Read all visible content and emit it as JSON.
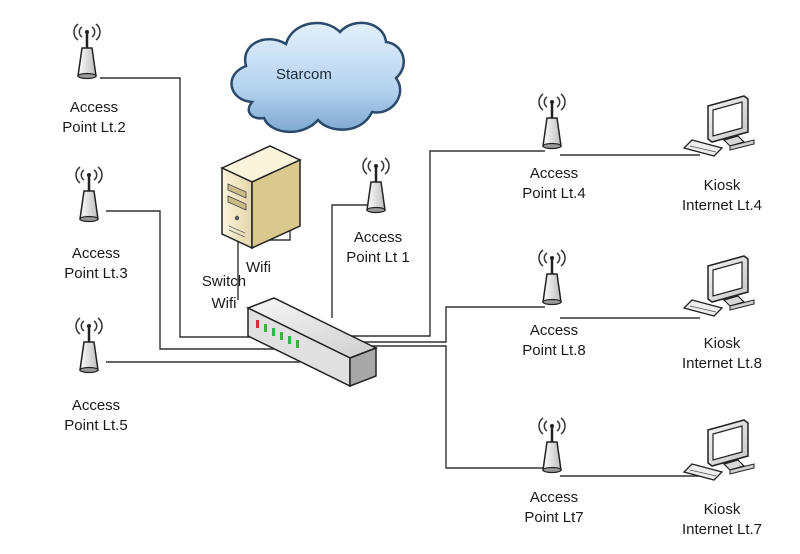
{
  "cloud": {
    "label": "Starcom"
  },
  "server": {
    "label": "Wifi"
  },
  "switch": {
    "line1": "Switch",
    "line2": "Wifi"
  },
  "access_points": [
    {
      "id": "ap-lt2",
      "line1": "Access",
      "line2": "Point Lt.2"
    },
    {
      "id": "ap-lt3",
      "line1": "Access",
      "line2": "Point Lt.3"
    },
    {
      "id": "ap-lt5",
      "line1": "Access",
      "line2": "Point Lt.5"
    },
    {
      "id": "ap-lt1",
      "line1": "Access",
      "line2": "Point Lt 1"
    },
    {
      "id": "ap-lt4",
      "line1": "Access",
      "line2": "Point Lt.4"
    },
    {
      "id": "ap-lt8",
      "line1": "Access",
      "line2": "Point Lt.8"
    },
    {
      "id": "ap-lt7",
      "line1": "Access",
      "line2": "Point Lt7"
    }
  ],
  "kiosks": [
    {
      "id": "kiosk-lt4",
      "line1": "Kiosk",
      "line2": "Internet Lt.4"
    },
    {
      "id": "kiosk-lt8",
      "line1": "Kiosk",
      "line2": "Internet Lt.8"
    },
    {
      "id": "kiosk-lt7",
      "line1": "Kiosk",
      "line2": "Internet Lt.7"
    }
  ],
  "colors": {
    "line": "#333333",
    "cloud_fill": "#b5d3ef",
    "cloud_stroke": "#2b4a6b",
    "server_body": "#f3e8c8",
    "switch_body": "#e8e8e8",
    "port_led": "#3cb043"
  }
}
